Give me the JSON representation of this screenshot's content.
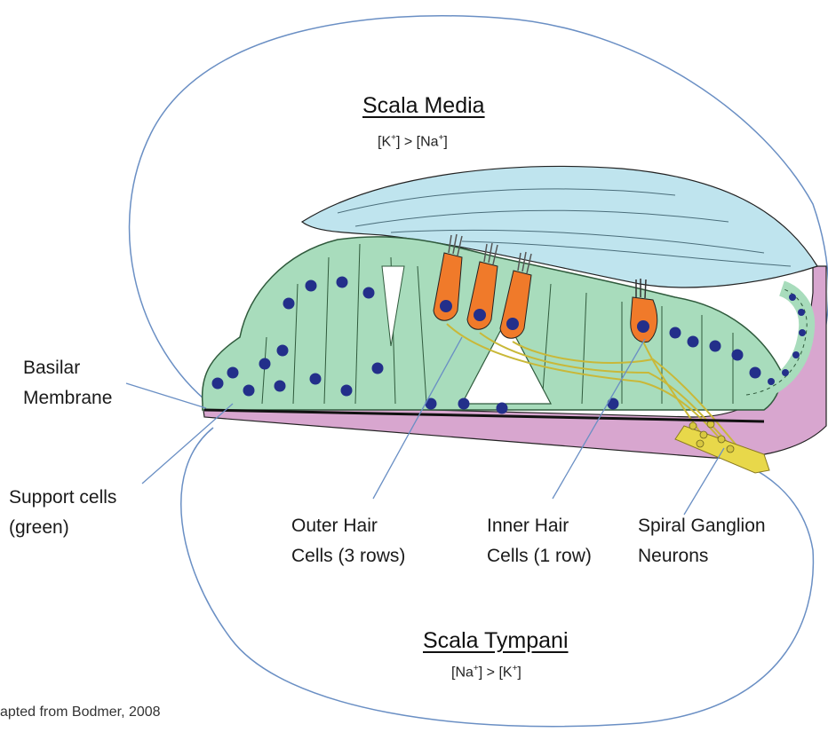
{
  "regions": {
    "scala_media": {
      "title": "Scala Media",
      "concentration": {
        "a": "K",
        "a_sup": "+",
        "op": " > ",
        "b": "Na",
        "b_sup": "+"
      }
    },
    "scala_tympani": {
      "title": "Scala Tympani",
      "concentration": {
        "a": "Na",
        "a_sup": "+",
        "op": " > ",
        "b": "K",
        "b_sup": "+"
      }
    }
  },
  "labels": {
    "basilar_membrane": [
      "Basilar",
      "Membrane"
    ],
    "support_cells": [
      "Support cells",
      "(green)"
    ],
    "outer_hair_cells": [
      "Outer Hair",
      "Cells (3 rows)"
    ],
    "inner_hair_cells": [
      "Inner Hair",
      "Cells (1 row)"
    ],
    "spiral_ganglion": [
      "Spiral Ganglion",
      "Neurons"
    ]
  },
  "credit": "apted from Bodmer, 2008",
  "colors": {
    "outline": "#6a8fc4",
    "support_cell": "#a8dcbc",
    "support_edge": "#2f5a3c",
    "nucleus": "#232f8a",
    "hair_cell": "#f07a2a",
    "tectorial": "#bfe4ee",
    "basilar": "#d8a6cf",
    "nerve": "#e8d84a"
  }
}
